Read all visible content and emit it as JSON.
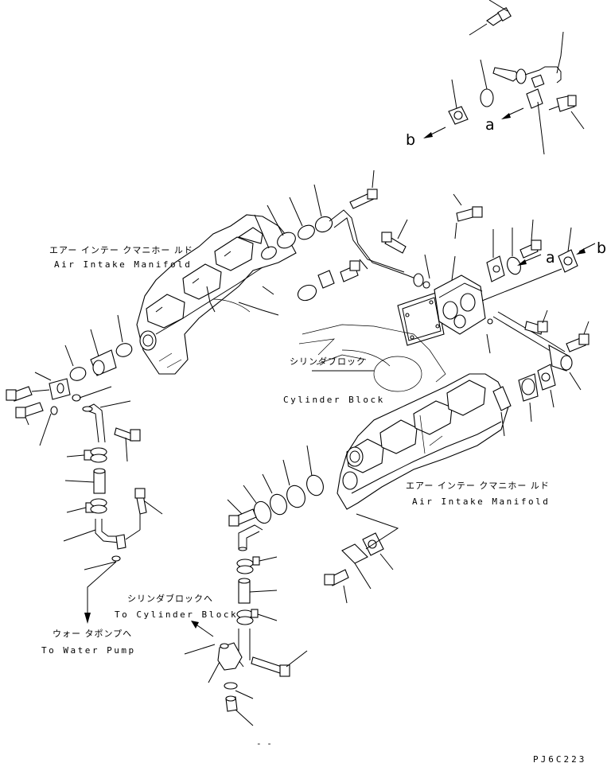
{
  "labels": {
    "manifold_upper_jp": "エアー インテー クマニホー ルド",
    "manifold_upper_en": "Air Intake Manifold",
    "cylinder_block_jp": "シリンダブロック",
    "cylinder_block_en": "Cylinder Block",
    "manifold_lower_jp": "エアー インテー クマニホー ルド",
    "manifold_lower_en": "Air Intake Manifold",
    "to_cylinder_block_jp": "シリンダブロックへ",
    "to_cylinder_block_en": "To Cylinder Block",
    "to_water_pump_jp": "ウォー タポンプへ",
    "to_water_pump_en": "To Water Pump",
    "ref_a_top": "a",
    "ref_b_top": "b",
    "ref_a_mid": "a",
    "ref_b_mid": "b",
    "page_mark": "- -",
    "drawing_code": "PJ6C223"
  }
}
